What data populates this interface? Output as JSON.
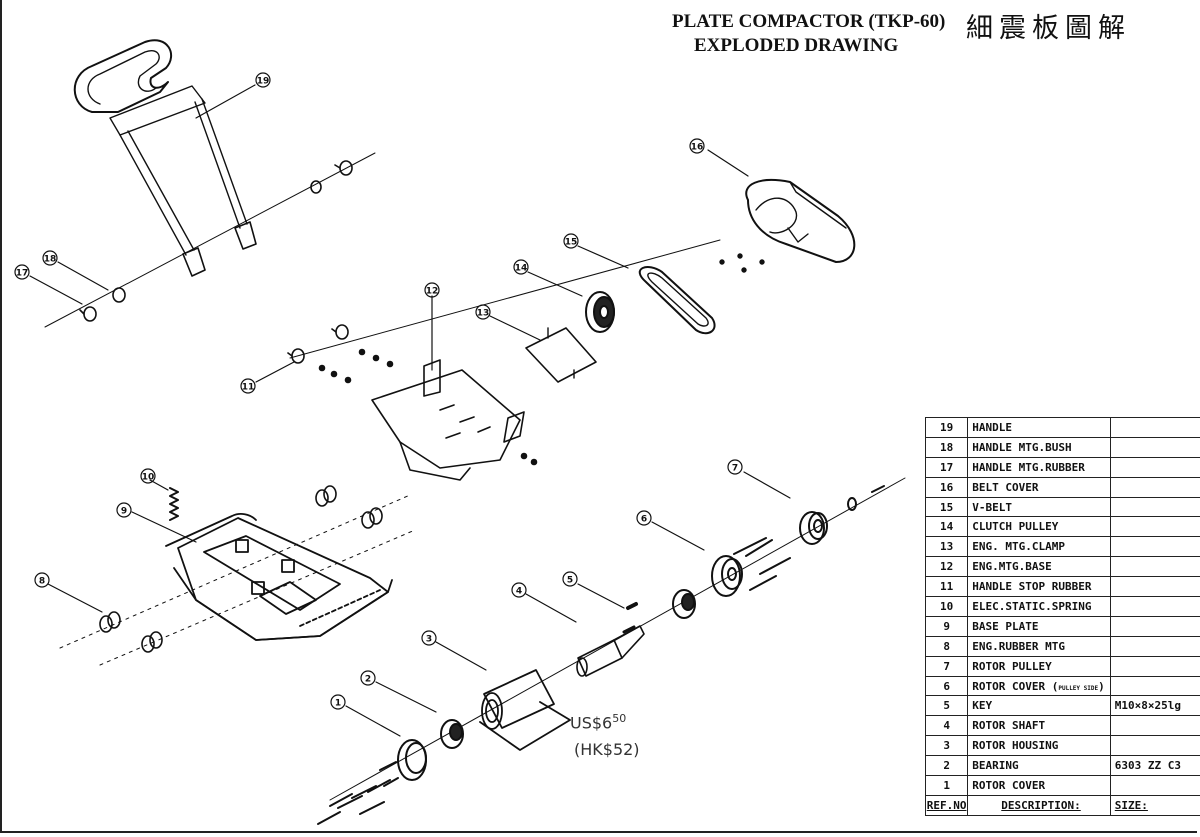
{
  "title": {
    "line1": "PLATE COMPACTOR (TKP-60)",
    "line2": "EXPLODED DRAWING",
    "chinese": "細震板圖解"
  },
  "callouts": [
    "19",
    "16",
    "18",
    "17",
    "15",
    "14",
    "12",
    "13",
    "11",
    "10",
    "9",
    "7",
    "6",
    "8",
    "5",
    "4",
    "3",
    "2",
    "1"
  ],
  "price_note": {
    "usd": "US$6",
    "usd_cents": "50",
    "hkd": "(HK$52)"
  },
  "parts_table": {
    "headers": {
      "ref": "REF.NO",
      "description": "DESCRIPTION:",
      "size": "SIZE:"
    },
    "rows": [
      {
        "ref": "19",
        "description": "HANDLE",
        "size": ""
      },
      {
        "ref": "18",
        "description": "HANDLE MTG.BUSH",
        "size": ""
      },
      {
        "ref": "17",
        "description": "HANDLE MTG.RUBBER",
        "size": ""
      },
      {
        "ref": "16",
        "description": "BELT COVER",
        "size": ""
      },
      {
        "ref": "15",
        "description": "V-BELT",
        "size": ""
      },
      {
        "ref": "14",
        "description": "CLUTCH PULLEY",
        "size": ""
      },
      {
        "ref": "13",
        "description": "ENG. MTG.CLAMP",
        "size": ""
      },
      {
        "ref": "12",
        "description": "ENG.MTG.BASE",
        "size": ""
      },
      {
        "ref": "11",
        "description": "HANDLE STOP RUBBER",
        "size": ""
      },
      {
        "ref": "10",
        "description": "ELEC.STATIC.SPRING",
        "size": ""
      },
      {
        "ref": "9",
        "description": "BASE PLATE",
        "size": ""
      },
      {
        "ref": "8",
        "description": "ENG.RUBBER MTG",
        "size": ""
      },
      {
        "ref": "7",
        "description": "ROTOR PULLEY",
        "size": ""
      },
      {
        "ref": "6",
        "description": "ROTOR COVER",
        "note": "PULLEY SIDE",
        "size": ""
      },
      {
        "ref": "5",
        "description": "KEY",
        "size": "M10×8×25lg"
      },
      {
        "ref": "4",
        "description": "ROTOR SHAFT",
        "size": ""
      },
      {
        "ref": "3",
        "description": "ROTOR HOUSING",
        "size": ""
      },
      {
        "ref": "2",
        "description": "BEARING",
        "size": "6303 ZZ C3"
      },
      {
        "ref": "1",
        "description": "ROTOR COVER",
        "size": ""
      }
    ]
  }
}
